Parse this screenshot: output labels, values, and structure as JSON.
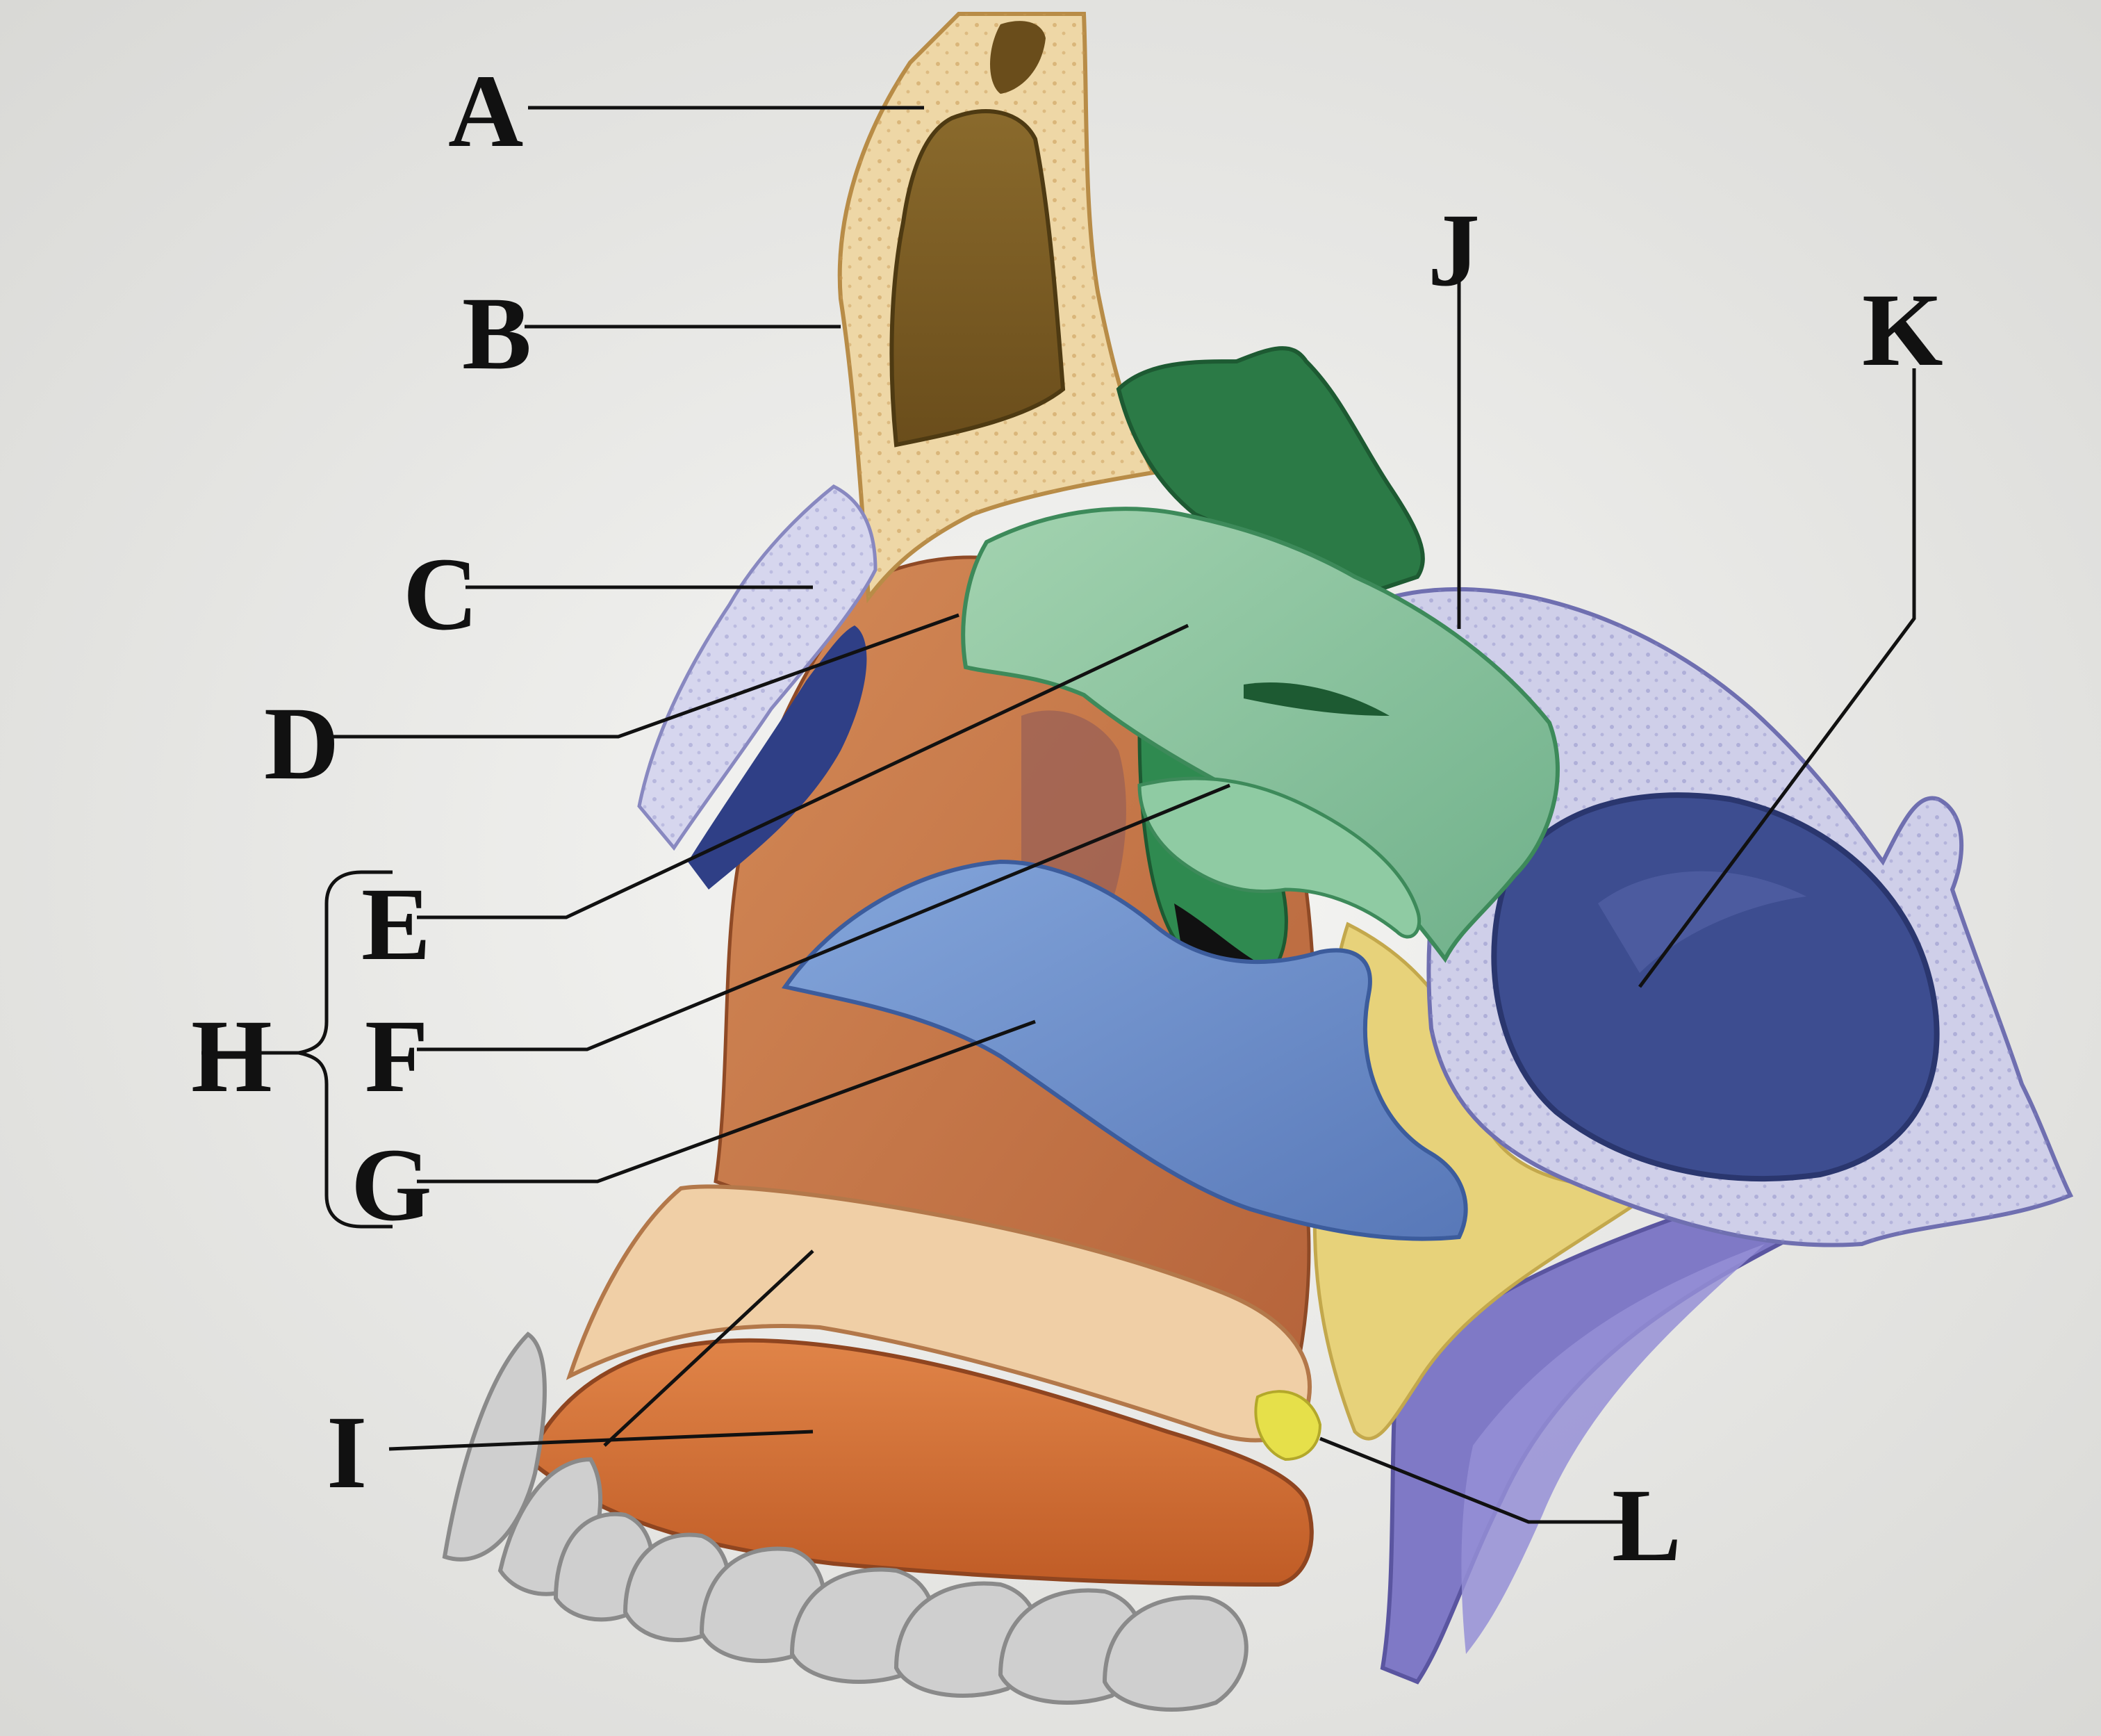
{
  "labels": {
    "A": "A",
    "B": "B",
    "C": "C",
    "D": "D",
    "E": "E",
    "F": "F",
    "G": "G",
    "H": "H",
    "I": "I",
    "J": "J",
    "K": "K",
    "L": "L"
  },
  "colors": {
    "background": "#e9e9e7",
    "frontal_bone": "#eed7a6",
    "frontal_sinus": "#7a5a22",
    "cartilage": "#b7b7dc",
    "ethmoid": "#2b7a46",
    "conchae": "#86c29a",
    "inferior_concha": "#6a8fcd",
    "nasal_wall": "#c97a4a",
    "palate": "#cf6a32",
    "teeth": "#c9c9c9",
    "sphenoid_sinus": "#3d4d90",
    "pharynx": "#7f79c6",
    "yellow_region": "#e7d27a",
    "label_text": "#111111"
  }
}
